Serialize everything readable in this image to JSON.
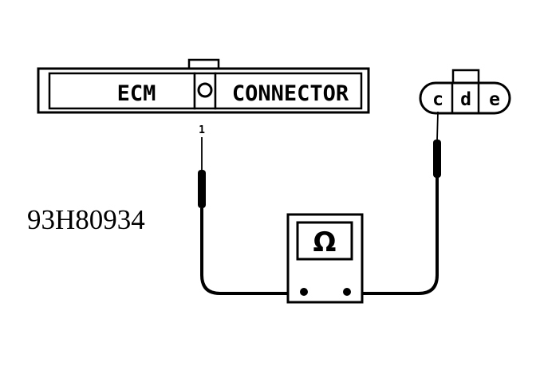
{
  "ecm_connector": {
    "left_label": "ECM",
    "right_label": "CONNECTOR",
    "pin_number": "1"
  },
  "sensor_connector": {
    "terminals": [
      "c",
      "d",
      "e"
    ]
  },
  "meter": {
    "symbol": "Ω"
  },
  "reference_code": "93H80934",
  "colors": {
    "line": "#000000",
    "background": "#ffffff"
  }
}
